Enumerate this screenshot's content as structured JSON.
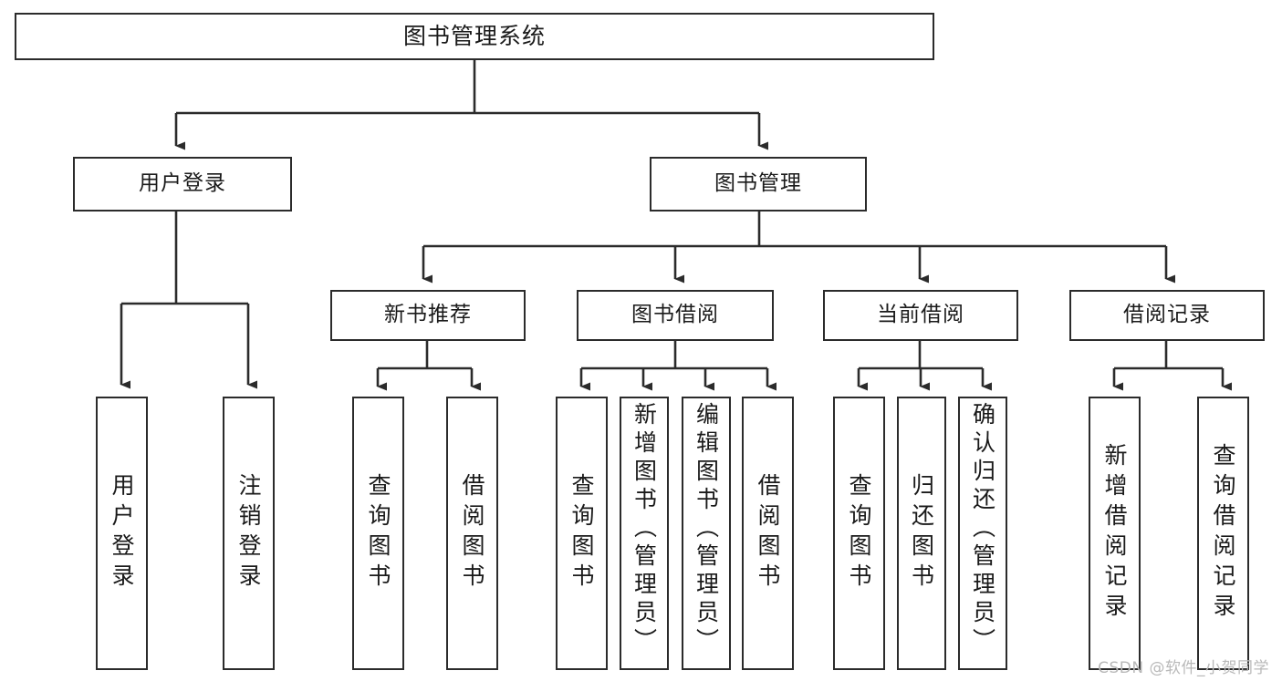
{
  "diagram": {
    "title": "图书管理系统",
    "type": "tree",
    "watermark": "CSDN @软件_小贺同学",
    "colors": {
      "box_border": "#2b2b2b",
      "box_fill": "#ffffff",
      "connector": "#2b2b2b",
      "background": "#ffffff",
      "watermark": "#b9b9b9"
    },
    "root": {
      "label": "图书管理系统"
    },
    "level1": [
      {
        "label": "用户登录"
      },
      {
        "label": "图书管理"
      }
    ],
    "level2": [
      {
        "label": "新书推荐"
      },
      {
        "label": "图书借阅"
      },
      {
        "label": "当前借阅"
      },
      {
        "label": "借阅记录"
      }
    ],
    "leaves": {
      "user_login": [
        {
          "label": "用户登录"
        },
        {
          "label": "注销登录"
        }
      ],
      "new_book": [
        {
          "label": "查询图书"
        },
        {
          "label": "借阅图书"
        }
      ],
      "book_borrow": [
        {
          "label": "查询图书"
        },
        {
          "label": "新增图书（管理员）"
        },
        {
          "label": "编辑图书（管理员）"
        },
        {
          "label": "借阅图书"
        }
      ],
      "current_borrow": [
        {
          "label": "查询图书"
        },
        {
          "label": "归还图书"
        },
        {
          "label": "确认归还（管理员）"
        }
      ],
      "borrow_record": [
        {
          "label": "新增借阅记录"
        },
        {
          "label": "查询借阅记录"
        }
      ]
    }
  }
}
